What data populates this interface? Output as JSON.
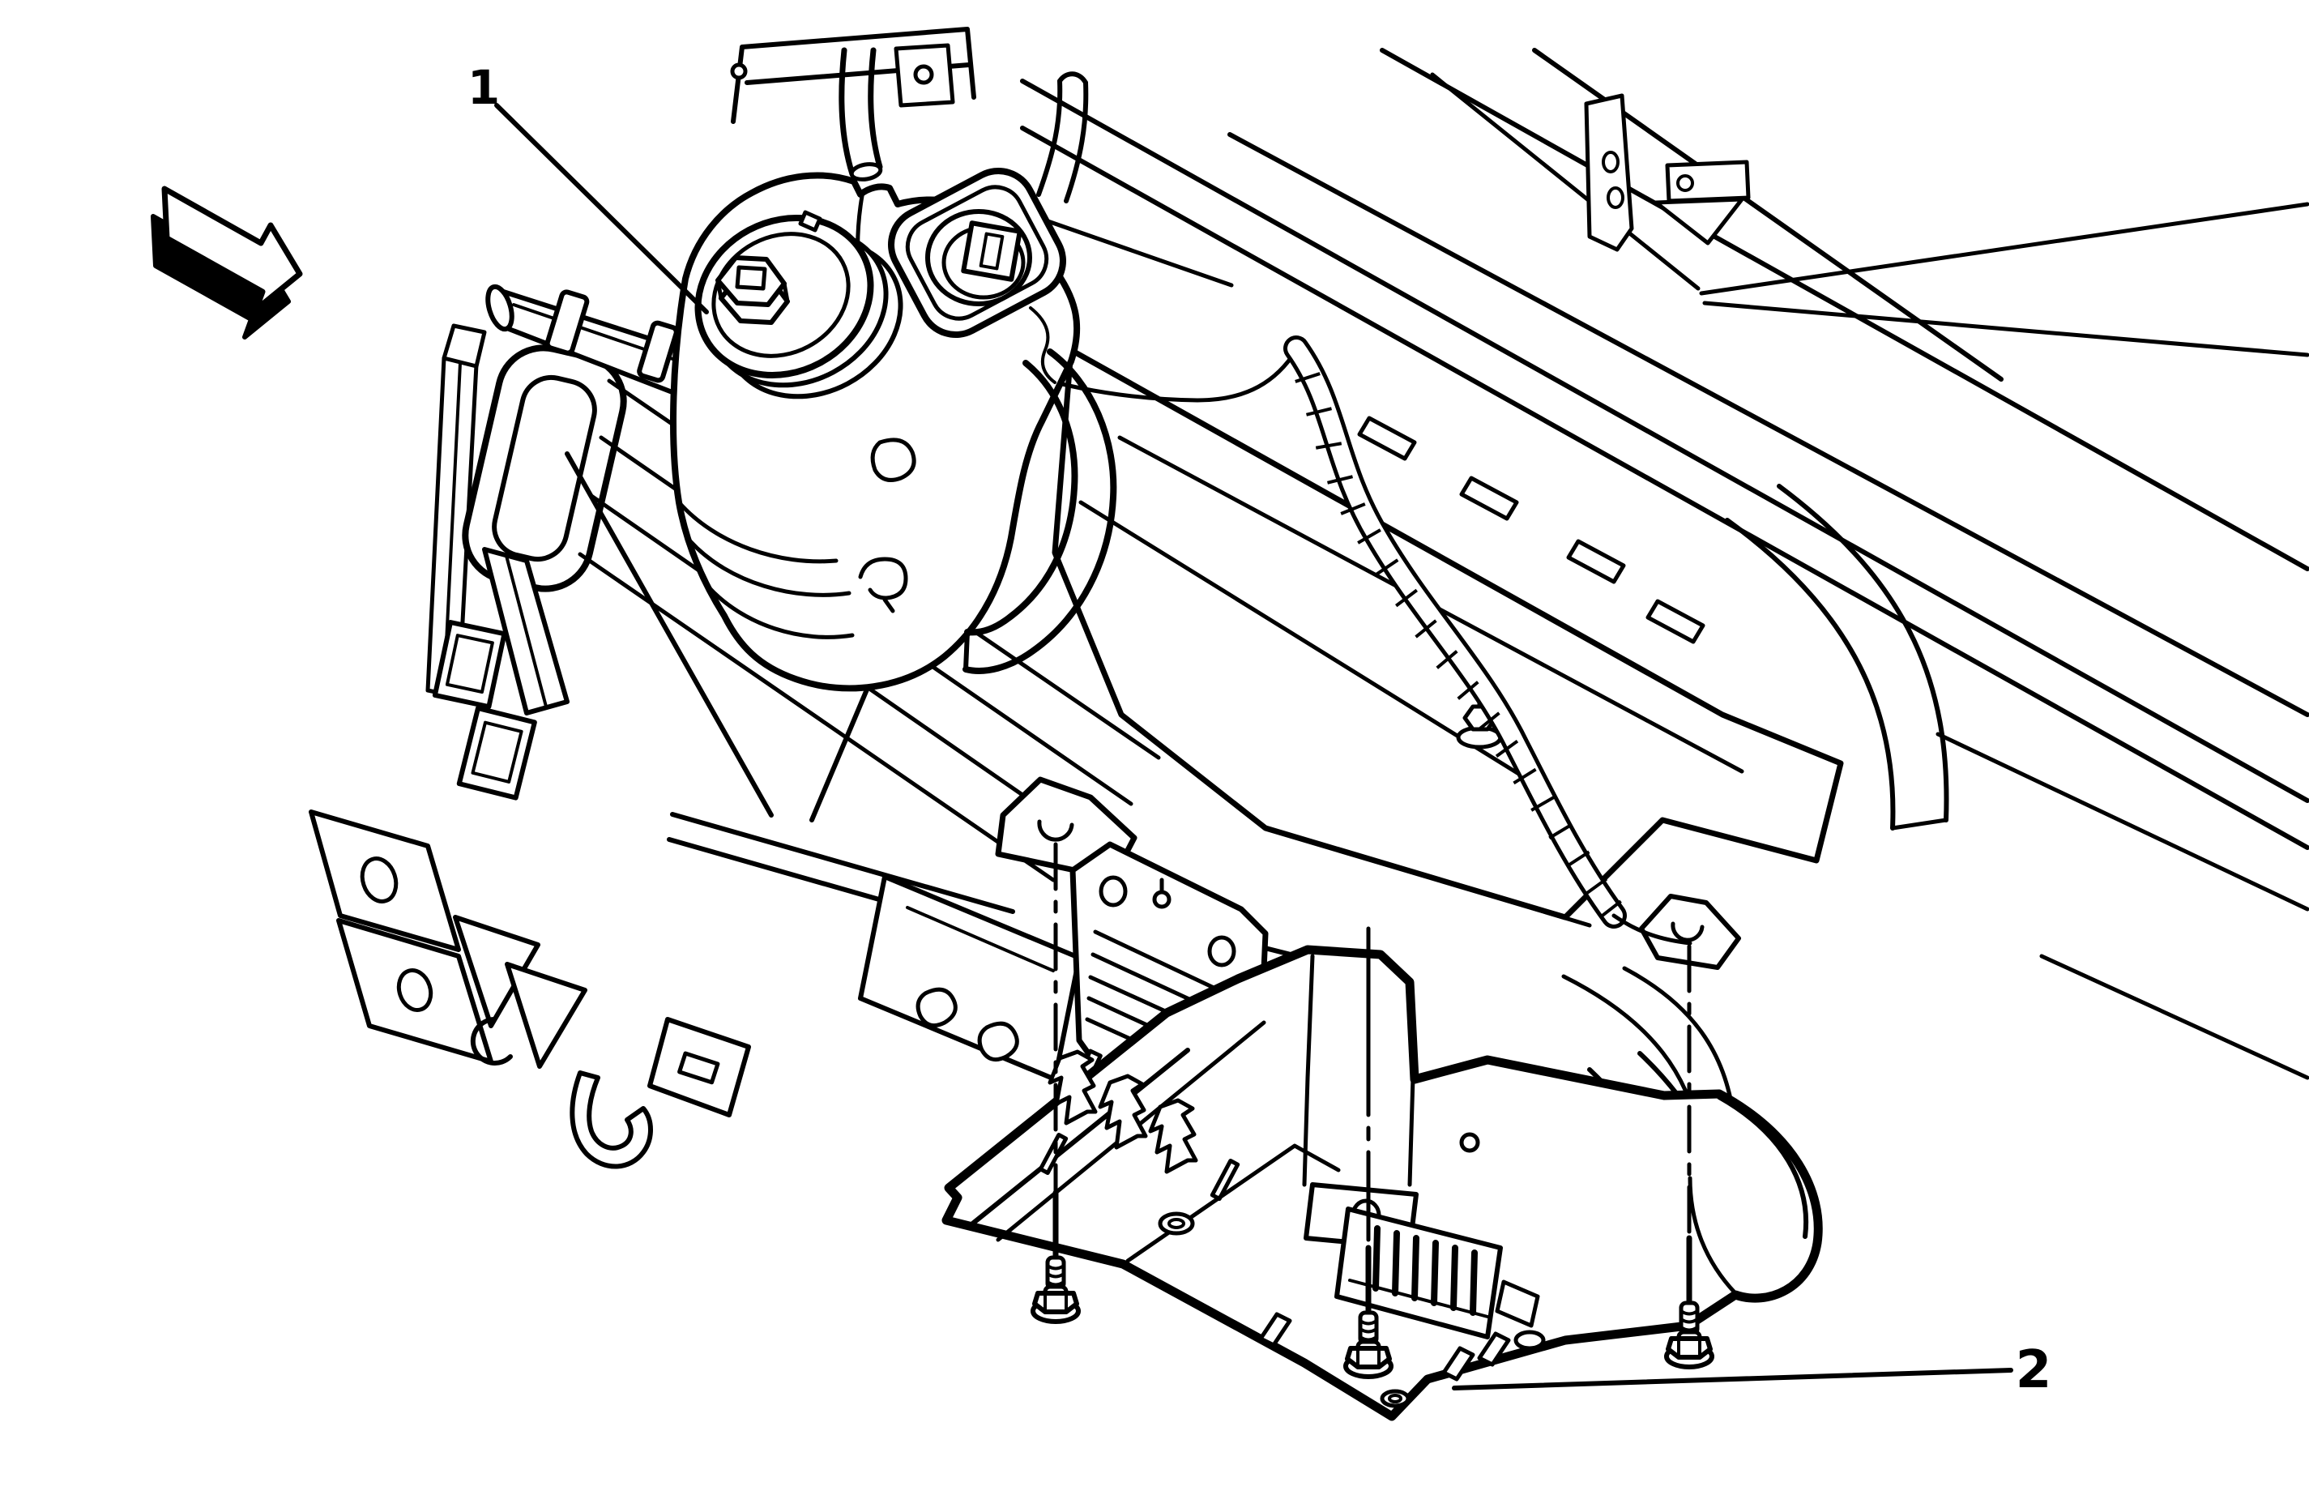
{
  "figure": {
    "type": "exploded-parts-line-illustration",
    "background_color": "#ffffff",
    "ink_color": "#000000",
    "callouts": [
      {
        "label": "1"
      },
      {
        "label": "2"
      }
    ],
    "icons": {
      "direction_arrow": "3d-block-arrow-pointing-lower-right"
    },
    "fasteners_shown": 3,
    "centerline_style": "dash-dot"
  }
}
